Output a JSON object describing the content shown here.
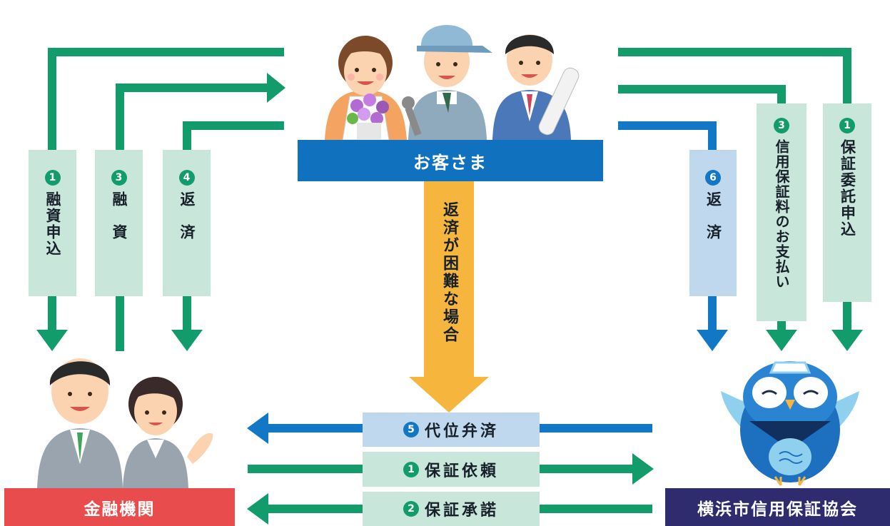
{
  "colors": {
    "green": "#129b6b",
    "green_light": "#c8e6d9",
    "blue": "#1277c4",
    "blue_light": "#c0d8ee",
    "orange": "#f6b53c",
    "customer_bg": "#1072bf",
    "bank_bg": "#e94c4c",
    "association_bg": "#2e2b6e"
  },
  "nodes": {
    "customer": "お客さま",
    "bank": "金融機関",
    "association": "横浜市信用保証協会"
  },
  "left_flows": [
    {
      "num": "1",
      "text": "融資申込"
    },
    {
      "num": "3",
      "text": "融　資"
    },
    {
      "num": "4",
      "text": "返　済"
    }
  ],
  "right_flows": [
    {
      "num": "6",
      "text": "返　済"
    },
    {
      "num": "3",
      "text": "信用保証料のお支払い"
    },
    {
      "num": "1",
      "text": "保証委託申込"
    }
  ],
  "center_flow": {
    "text": "返済が困難な場合"
  },
  "bottom_flows": [
    {
      "num": "5",
      "text": "代位弁済"
    },
    {
      "num": "1",
      "text": "保証依頼"
    },
    {
      "num": "2",
      "text": "保証承諾"
    }
  ]
}
